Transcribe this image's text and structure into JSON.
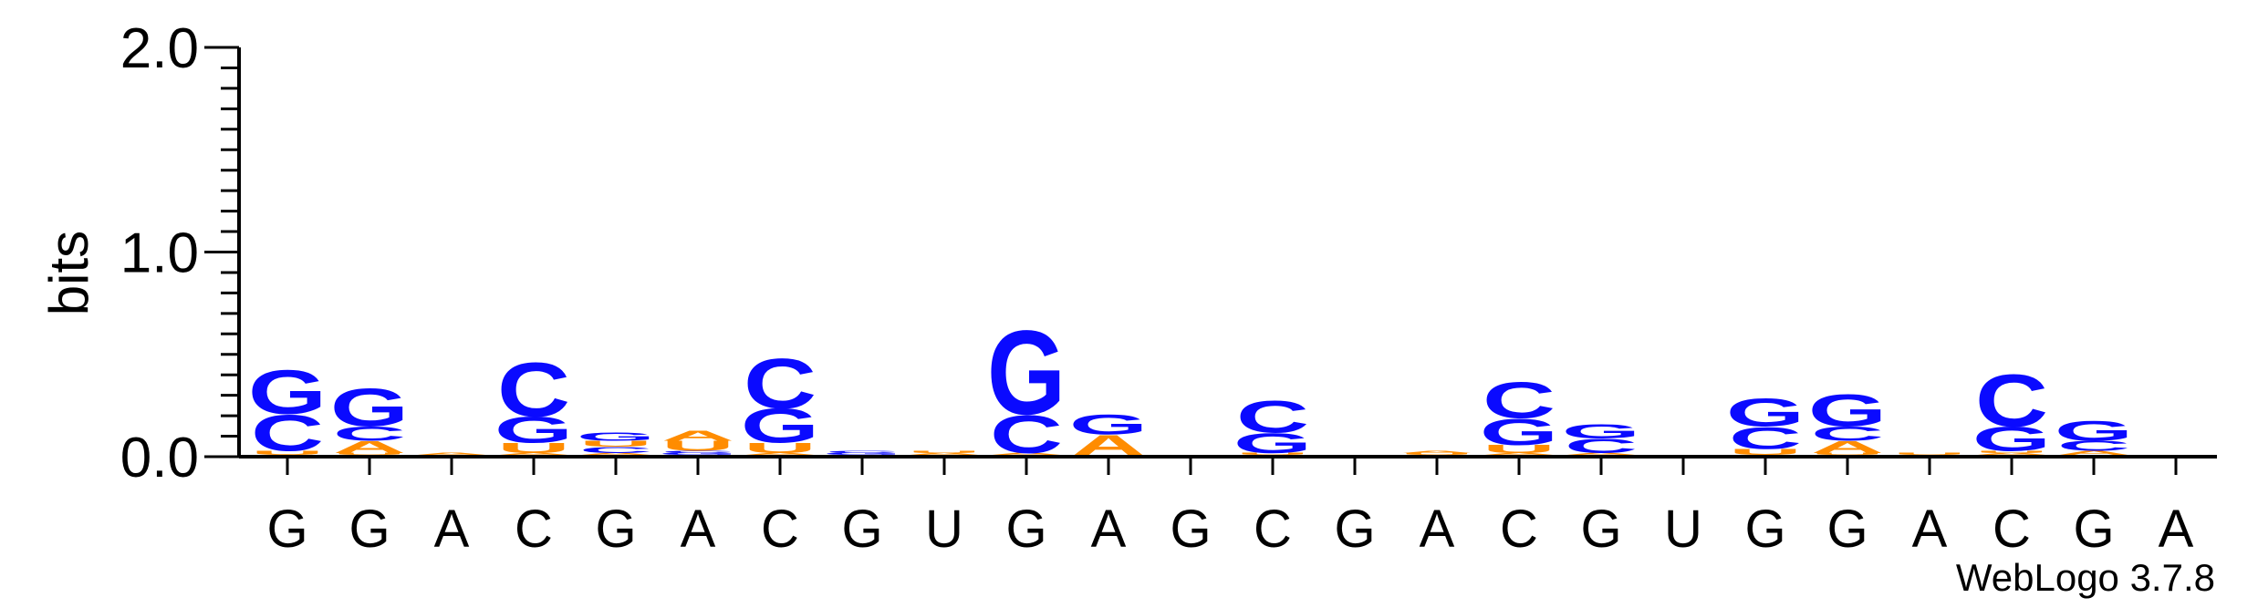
{
  "chart_data": {
    "type": "sequence-logo",
    "ylabel": "bits",
    "ylim": [
      0,
      2.0
    ],
    "yticks": [
      "0.0",
      "1.0",
      "2.0"
    ],
    "xtick_labels": [
      "G",
      "G",
      "A",
      "C",
      "G",
      "A",
      "C",
      "G",
      "U",
      "G",
      "A",
      "G",
      "C",
      "G",
      "A",
      "C",
      "G",
      "U",
      "G",
      "G",
      "A",
      "C",
      "G",
      "A"
    ],
    "colors": {
      "G": "#0a0aff",
      "C": "#0a0aff",
      "A": "#ff8c00",
      "U": "#ff8c00"
    },
    "positions": [
      [
        [
          "U",
          0.02
        ],
        [
          "C",
          0.18
        ],
        [
          "G",
          0.22
        ]
      ],
      [
        [
          "U",
          0.01
        ],
        [
          "A",
          0.06
        ],
        [
          "C",
          0.07
        ],
        [
          "G",
          0.19
        ]
      ],
      [
        [
          "A",
          0.01
        ]
      ],
      [
        [
          "A",
          0.01
        ],
        [
          "U",
          0.05
        ],
        [
          "G",
          0.13
        ],
        [
          "C",
          0.27
        ]
      ],
      [
        [
          "A",
          0.01
        ],
        [
          "C",
          0.03
        ],
        [
          "U",
          0.03
        ],
        [
          "G",
          0.04
        ]
      ],
      [
        [
          "G",
          0.01
        ],
        [
          "C",
          0.01
        ],
        [
          "U",
          0.05
        ],
        [
          "A",
          0.05
        ]
      ],
      [
        [
          "A",
          0.01
        ],
        [
          "U",
          0.05
        ],
        [
          "G",
          0.17
        ],
        [
          "C",
          0.25
        ]
      ],
      [
        [
          "G",
          0.01
        ],
        [
          "C",
          0.01
        ]
      ],
      [
        [
          "A",
          0.01
        ],
        [
          "U",
          0.01
        ]
      ],
      [
        [
          "A",
          0.01
        ],
        [
          "C",
          0.19
        ],
        [
          "G",
          0.42
        ]
      ],
      [
        [
          "A",
          0.1
        ],
        [
          "G",
          0.1
        ]
      ],
      [],
      [
        [
          "U",
          0.01
        ],
        [
          "G",
          0.1
        ],
        [
          "C",
          0.16
        ]
      ],
      [],
      [
        [
          "U",
          0.01
        ],
        [
          "A",
          0.01
        ]
      ],
      [
        [
          "A",
          0.01
        ],
        [
          "U",
          0.04
        ],
        [
          "G",
          0.13
        ],
        [
          "C",
          0.18
        ]
      ],
      [
        [
          "A",
          0.01
        ],
        [
          "C",
          0.07
        ],
        [
          "G",
          0.07
        ]
      ],
      [],
      [
        [
          "U",
          0.03
        ],
        [
          "C",
          0.11
        ],
        [
          "G",
          0.14
        ]
      ],
      [
        [
          "U",
          0.01
        ],
        [
          "A",
          0.06
        ],
        [
          "C",
          0.07
        ],
        [
          "G",
          0.16
        ]
      ],
      [
        [
          "U",
          0.01
        ]
      ],
      [
        [
          "A",
          0.01
        ],
        [
          "U",
          0.01
        ],
        [
          "G",
          0.12
        ],
        [
          "C",
          0.26
        ]
      ],
      [
        [
          "A",
          0.02
        ],
        [
          "C",
          0.05
        ],
        [
          "G",
          0.1
        ]
      ],
      []
    ],
    "credit": "WebLogo 3.7.8"
  }
}
